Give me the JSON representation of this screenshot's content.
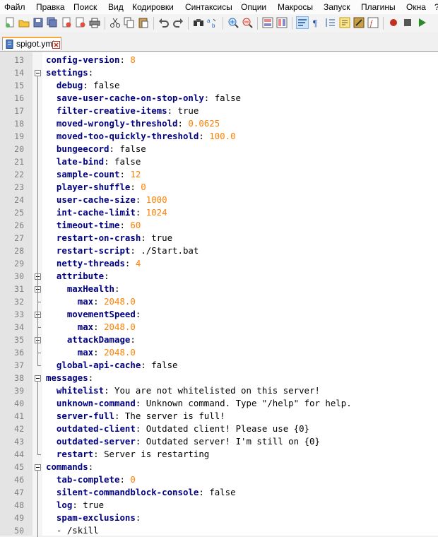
{
  "menu": [
    "Файл",
    "Правка",
    "Поиск",
    "Вид",
    "Кодировки",
    "Синтаксисы",
    "Опции",
    "Макросы",
    "Запуск",
    "Плагины",
    "Окна",
    "?"
  ],
  "tab": {
    "label": "spigot.yml"
  },
  "lines": [
    {
      "num": "13",
      "indent": "",
      "key": "config-version",
      "value": "8",
      "vtype": "n"
    },
    {
      "num": "14",
      "indent": "",
      "key": "settings",
      "value": "",
      "vtype": "t"
    },
    {
      "num": "15",
      "indent": "  ",
      "key": "debug",
      "value": "false",
      "vtype": "t"
    },
    {
      "num": "16",
      "indent": "  ",
      "key": "save-user-cache-on-stop-only",
      "value": "false",
      "vtype": "t"
    },
    {
      "num": "17",
      "indent": "  ",
      "key": "filter-creative-items",
      "value": "true",
      "vtype": "t"
    },
    {
      "num": "18",
      "indent": "  ",
      "key": "moved-wrongly-threshold",
      "value": "0.0625",
      "vtype": "n"
    },
    {
      "num": "19",
      "indent": "  ",
      "key": "moved-too-quickly-threshold",
      "value": "100.0",
      "vtype": "n"
    },
    {
      "num": "20",
      "indent": "  ",
      "key": "bungeecord",
      "value": "false",
      "vtype": "t"
    },
    {
      "num": "21",
      "indent": "  ",
      "key": "late-bind",
      "value": "false",
      "vtype": "t"
    },
    {
      "num": "22",
      "indent": "  ",
      "key": "sample-count",
      "value": "12",
      "vtype": "n"
    },
    {
      "num": "23",
      "indent": "  ",
      "key": "player-shuffle",
      "value": "0",
      "vtype": "n"
    },
    {
      "num": "24",
      "indent": "  ",
      "key": "user-cache-size",
      "value": "1000",
      "vtype": "n"
    },
    {
      "num": "25",
      "indent": "  ",
      "key": "int-cache-limit",
      "value": "1024",
      "vtype": "n"
    },
    {
      "num": "26",
      "indent": "  ",
      "key": "timeout-time",
      "value": "60",
      "vtype": "n"
    },
    {
      "num": "27",
      "indent": "  ",
      "key": "restart-on-crash",
      "value": "true",
      "vtype": "t"
    },
    {
      "num": "28",
      "indent": "  ",
      "key": "restart-script",
      "value": "./Start.bat",
      "vtype": "t"
    },
    {
      "num": "29",
      "indent": "  ",
      "key": "netty-threads",
      "value": "4",
      "vtype": "n"
    },
    {
      "num": "30",
      "indent": "  ",
      "key": "attribute",
      "value": "",
      "vtype": "t"
    },
    {
      "num": "31",
      "indent": "    ",
      "key": "maxHealth",
      "value": "",
      "vtype": "t"
    },
    {
      "num": "32",
      "indent": "      ",
      "key": "max",
      "value": "2048.0",
      "vtype": "n"
    },
    {
      "num": "33",
      "indent": "    ",
      "key": "movementSpeed",
      "value": "",
      "vtype": "t"
    },
    {
      "num": "34",
      "indent": "      ",
      "key": "max",
      "value": "2048.0",
      "vtype": "n"
    },
    {
      "num": "35",
      "indent": "    ",
      "key": "attackDamage",
      "value": "",
      "vtype": "t"
    },
    {
      "num": "36",
      "indent": "      ",
      "key": "max",
      "value": "2048.0",
      "vtype": "n"
    },
    {
      "num": "37",
      "indent": "  ",
      "key": "global-api-cache",
      "value": "false",
      "vtype": "t"
    },
    {
      "num": "38",
      "indent": "",
      "key": "messages",
      "value": "",
      "vtype": "t"
    },
    {
      "num": "39",
      "indent": "  ",
      "key": "whitelist",
      "value": "You are not whitelisted on this server!",
      "vtype": "t"
    },
    {
      "num": "40",
      "indent": "  ",
      "key": "unknown-command",
      "value": "Unknown command. Type \"/help\" for help.",
      "vtype": "t"
    },
    {
      "num": "41",
      "indent": "  ",
      "key": "server-full",
      "value": "The server is full!",
      "vtype": "t"
    },
    {
      "num": "42",
      "indent": "  ",
      "key": "outdated-client",
      "value": "Outdated client! Please use {0}",
      "vtype": "t"
    },
    {
      "num": "43",
      "indent": "  ",
      "key": "outdated-server",
      "value": "Outdated server! I'm still on {0}",
      "vtype": "t"
    },
    {
      "num": "44",
      "indent": "  ",
      "key": "restart",
      "value": "Server is restarting",
      "vtype": "t"
    },
    {
      "num": "45",
      "indent": "",
      "key": "commands",
      "value": "",
      "vtype": "t"
    },
    {
      "num": "46",
      "indent": "  ",
      "key": "tab-complete",
      "value": "0",
      "vtype": "n"
    },
    {
      "num": "47",
      "indent": "  ",
      "key": "silent-commandblock-console",
      "value": "false",
      "vtype": "t"
    },
    {
      "num": "48",
      "indent": "  ",
      "key": "log",
      "value": "true",
      "vtype": "t"
    },
    {
      "num": "49",
      "indent": "  ",
      "key": "spam-exclusions",
      "value": "",
      "vtype": "t"
    },
    {
      "num": "50",
      "indent": "  ",
      "key": "",
      "value": "- /skill",
      "vtype": "t"
    }
  ],
  "colors": {
    "key": "#000080",
    "number": "#ff8000",
    "text": "#000000",
    "gutter": "#e4e4e4",
    "tab_accent": "#f7a941"
  }
}
